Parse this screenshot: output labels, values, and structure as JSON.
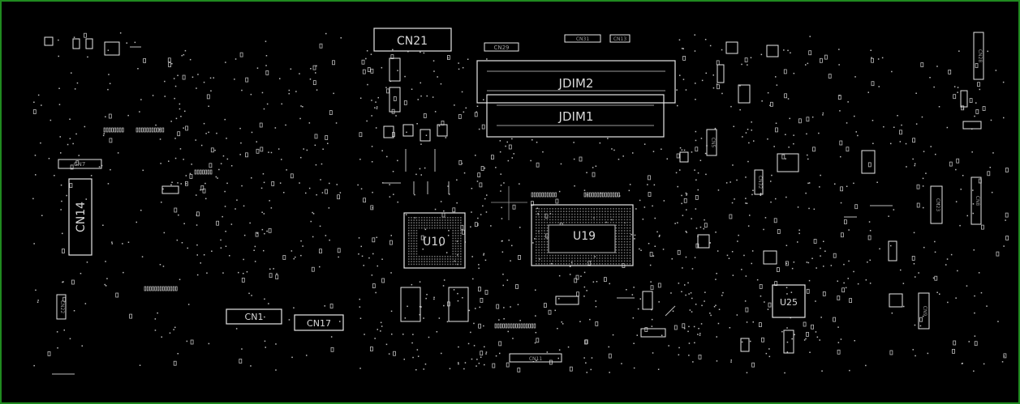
{
  "colors": {
    "background": "#000000",
    "border": "#1f8a1f",
    "outline": "#e6e6e6",
    "label": "#d8d8d8",
    "dim": "#9a9a9a"
  },
  "labels": {
    "cn21": "CN21",
    "jdim2": "JDIM2",
    "jdim1": "JDIM1",
    "cn14": "CN14",
    "u10": "U10",
    "u19": "U19",
    "u25": "U25",
    "cn1": "CN1",
    "cn17": "CN17",
    "cn29": "CN29",
    "cn7": "CN7",
    "cn31": "CN31",
    "cn13": "CN13",
    "cn28": "CN28",
    "cn23": "CN23",
    "cn8": "CN8",
    "cn22": "CN22",
    "cn9": "CN9",
    "cn11": "CN11",
    "cn32": "CN32",
    "cn5": "CN5"
  }
}
